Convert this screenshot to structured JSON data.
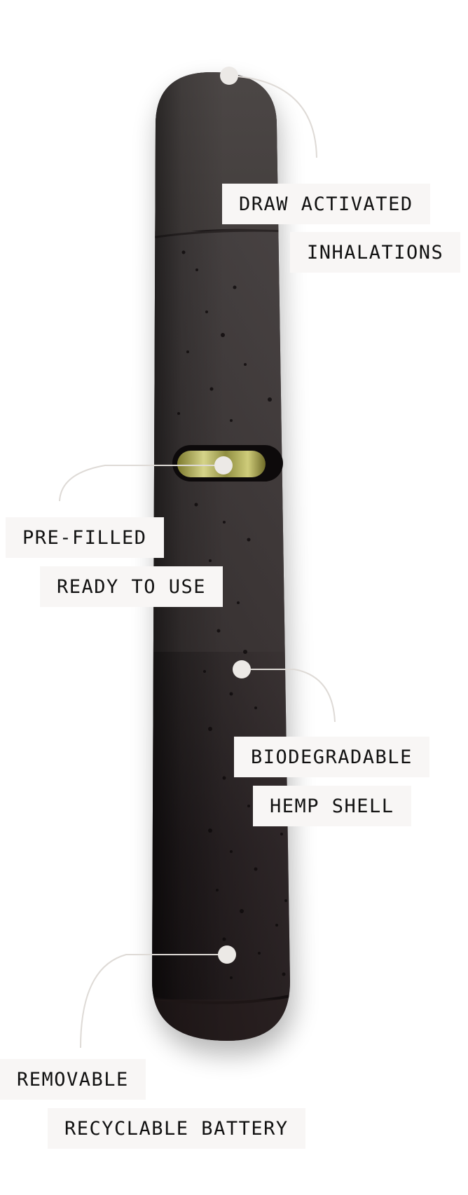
{
  "product": {
    "colors": {
      "body_dark": "#0f0c0d",
      "body_mid": "#2a2426",
      "body_light": "#4b4545",
      "window_glow": "#c9c86a",
      "label_bg": "#f8f6f5",
      "label_text": "#111111",
      "dot": "#ece9e6"
    }
  },
  "callouts": [
    {
      "id": "mouthpiece",
      "lines": [
        "DRAW ACTIVATED",
        "INHALATIONS"
      ]
    },
    {
      "id": "window",
      "lines": [
        "PRE-FILLED",
        "READY TO USE"
      ]
    },
    {
      "id": "shell",
      "lines": [
        "BIODEGRADABLE",
        "HEMP SHELL"
      ]
    },
    {
      "id": "battery",
      "lines": [
        "REMOVABLE",
        "RECYCLABLE BATTERY"
      ]
    }
  ]
}
